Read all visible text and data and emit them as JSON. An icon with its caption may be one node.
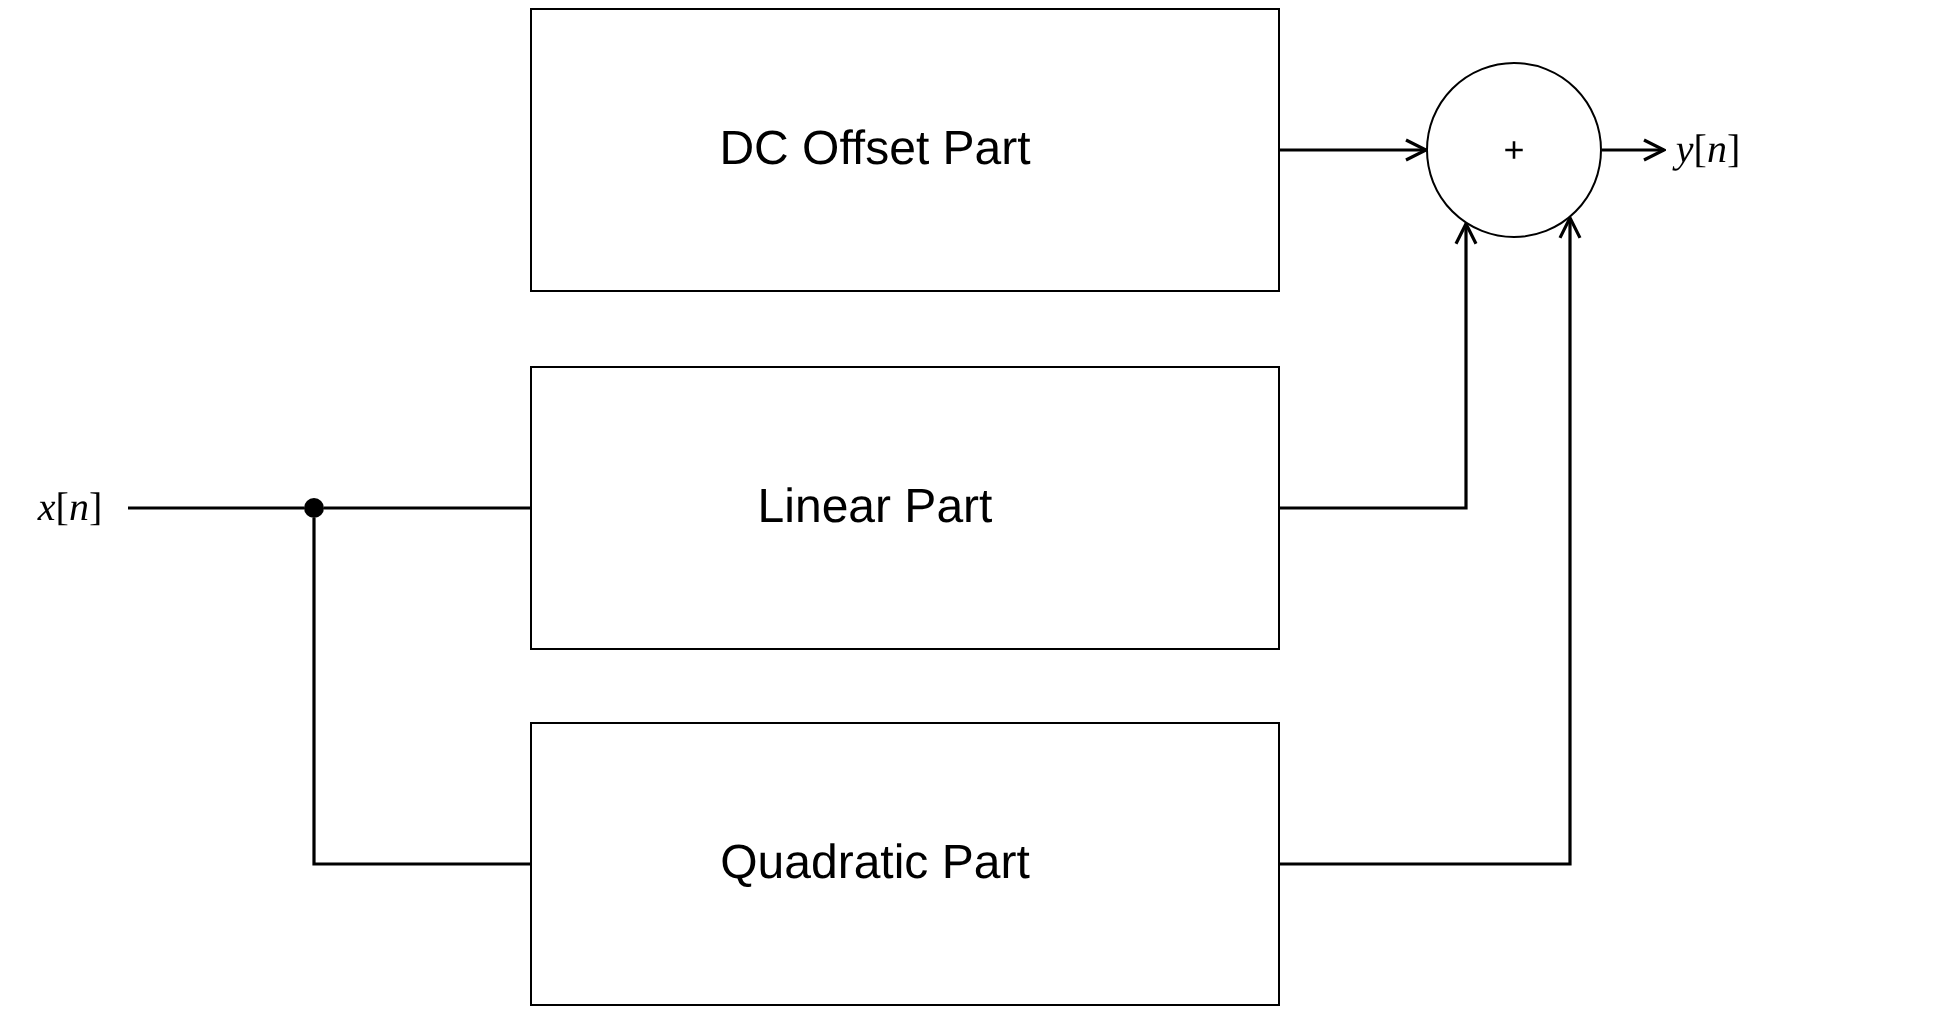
{
  "diagram": {
    "nodes": [
      {
        "text": [
          "*x*[*n*]"
        ]
      },
      {
        "text": [],
        "shape": "circle"
      },
      {
        "text": [
          "DC Offset Part"
        ]
      },
      {
        "text": [
          "Linear Part"
        ]
      },
      {
        "text": [
          "Quadratic Part"
        ]
      },
      {
        "text": [
          "+"
        ]
      },
      {
        "text": [
          "*y*[*n*]"
        ]
      }
    ],
    "edges": [
      {
        "from": 0,
        "to": 1,
        "arrow": "none"
      },
      {
        "from": 1,
        "to": 3,
        "arrow": "none"
      },
      {
        "from": 1,
        "to": 4,
        "arrow": "none"
      },
      {
        "from": 2,
        "to": 5,
        "arrow": "to"
      },
      {
        "from": 3,
        "to": 5,
        "arrow": "to"
      },
      {
        "from": 4,
        "to": 5,
        "arrow": "to"
      },
      {
        "from": 5,
        "to": 6,
        "arrow": "to"
      }
    ]
  }
}
